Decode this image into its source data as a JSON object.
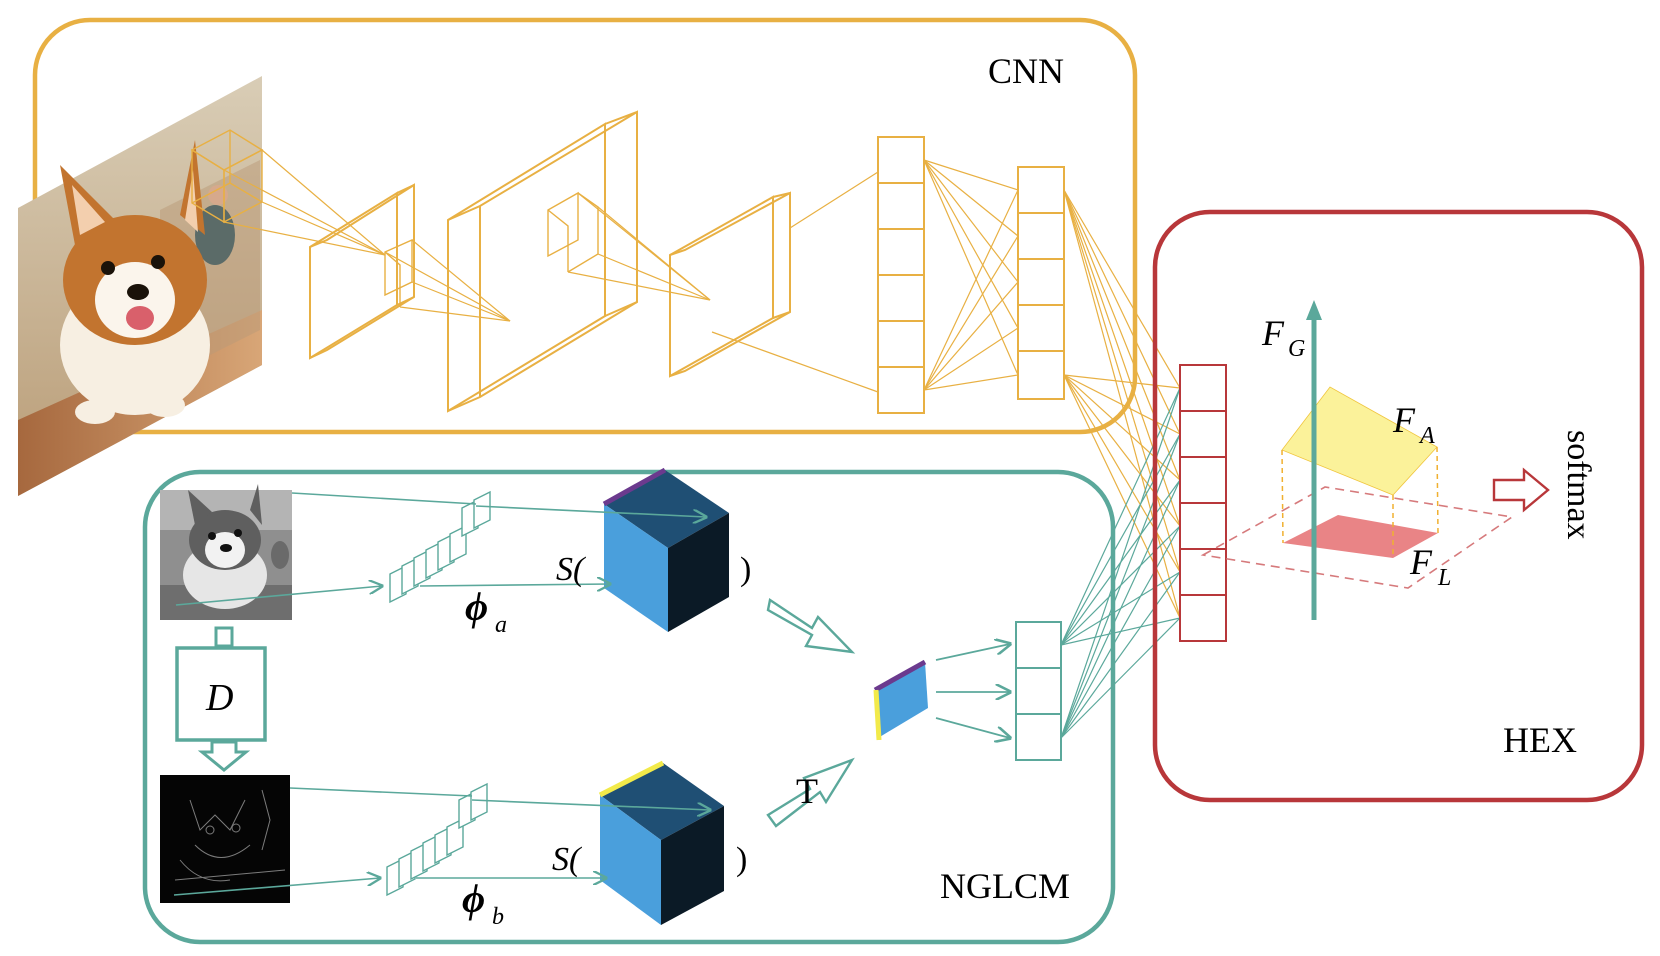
{
  "labels": {
    "cnn": "CNN",
    "nglcm": "NGLCM",
    "hex": "HEX",
    "softmax": "softmax",
    "d": "D",
    "t": "T",
    "s_open": "S(",
    "close_paren": ")",
    "phi": "ϕ",
    "phi_a_sub": "a",
    "phi_b_sub": "b",
    "f": "F",
    "fg_sub": "G",
    "fa_sub": "A",
    "fl_sub": "L"
  },
  "colors": {
    "cnn_border": "#e8b043",
    "nglcm_border": "#5ba89b",
    "hex_border": "#b8373a",
    "cube_front": "#4a9fdc",
    "cube_top": "#1f4f74",
    "cube_side": "#0b1a26",
    "fa_plane": "#fbf29a",
    "fl_plane": "#e98486",
    "marker_purple": "#6b3a8e",
    "marker_yellow": "#f2ea4a"
  },
  "icons": {
    "photo": "corgi-photo",
    "gray_photo": "corgi-grayscale-photo",
    "edge_photo": "corgi-edge-map-photo"
  }
}
